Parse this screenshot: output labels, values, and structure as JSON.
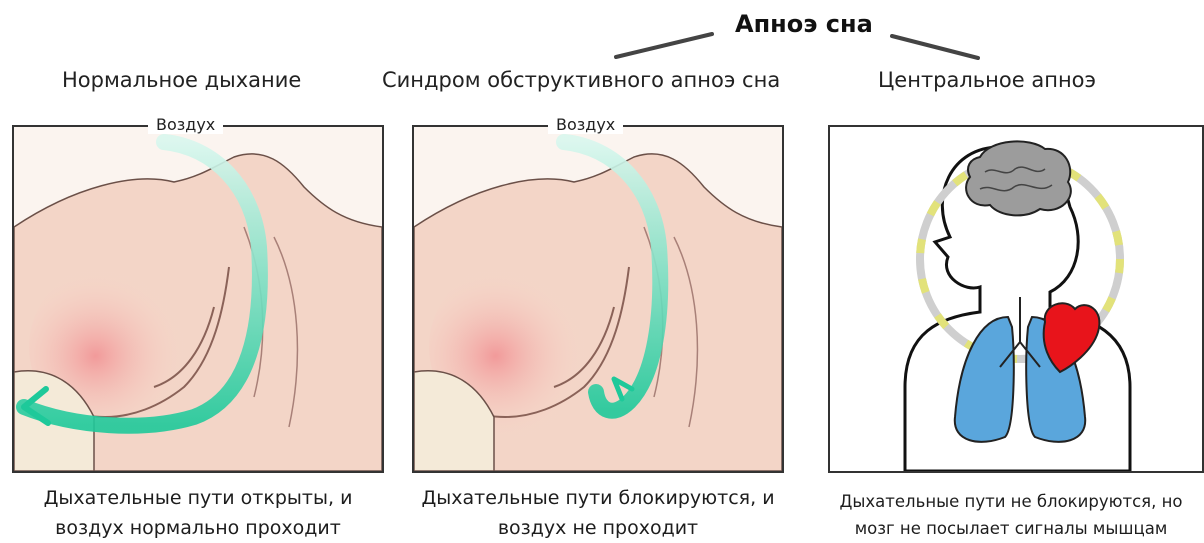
{
  "title": "Апноэ сна",
  "columns": [
    {
      "heading": "Нормальное дыхание",
      "air_label": "Воздух",
      "caption_line1": "Дыхательные пути открыты, и",
      "caption_line2": "воздух нормально проходит"
    },
    {
      "heading": "Синдром обструктивного апноэ сна",
      "air_label": "Воздух",
      "caption_line1": "Дыхательные пути блокируются, и",
      "caption_line2": "воздух не проходит"
    },
    {
      "heading": "Центральное апноэ",
      "caption_line1": "Дыхательные пути не блокируются, но",
      "caption_line2": "мозг не посылает сигналы мышцам"
    }
  ],
  "colors": {
    "skin": "#f6dccf",
    "airway_arrow": "#2fd3a6",
    "heart": "#e8141b",
    "lungs": "#5aa6dc",
    "brain": "#9c9c9c",
    "signal_ring": "#e2e27a"
  }
}
